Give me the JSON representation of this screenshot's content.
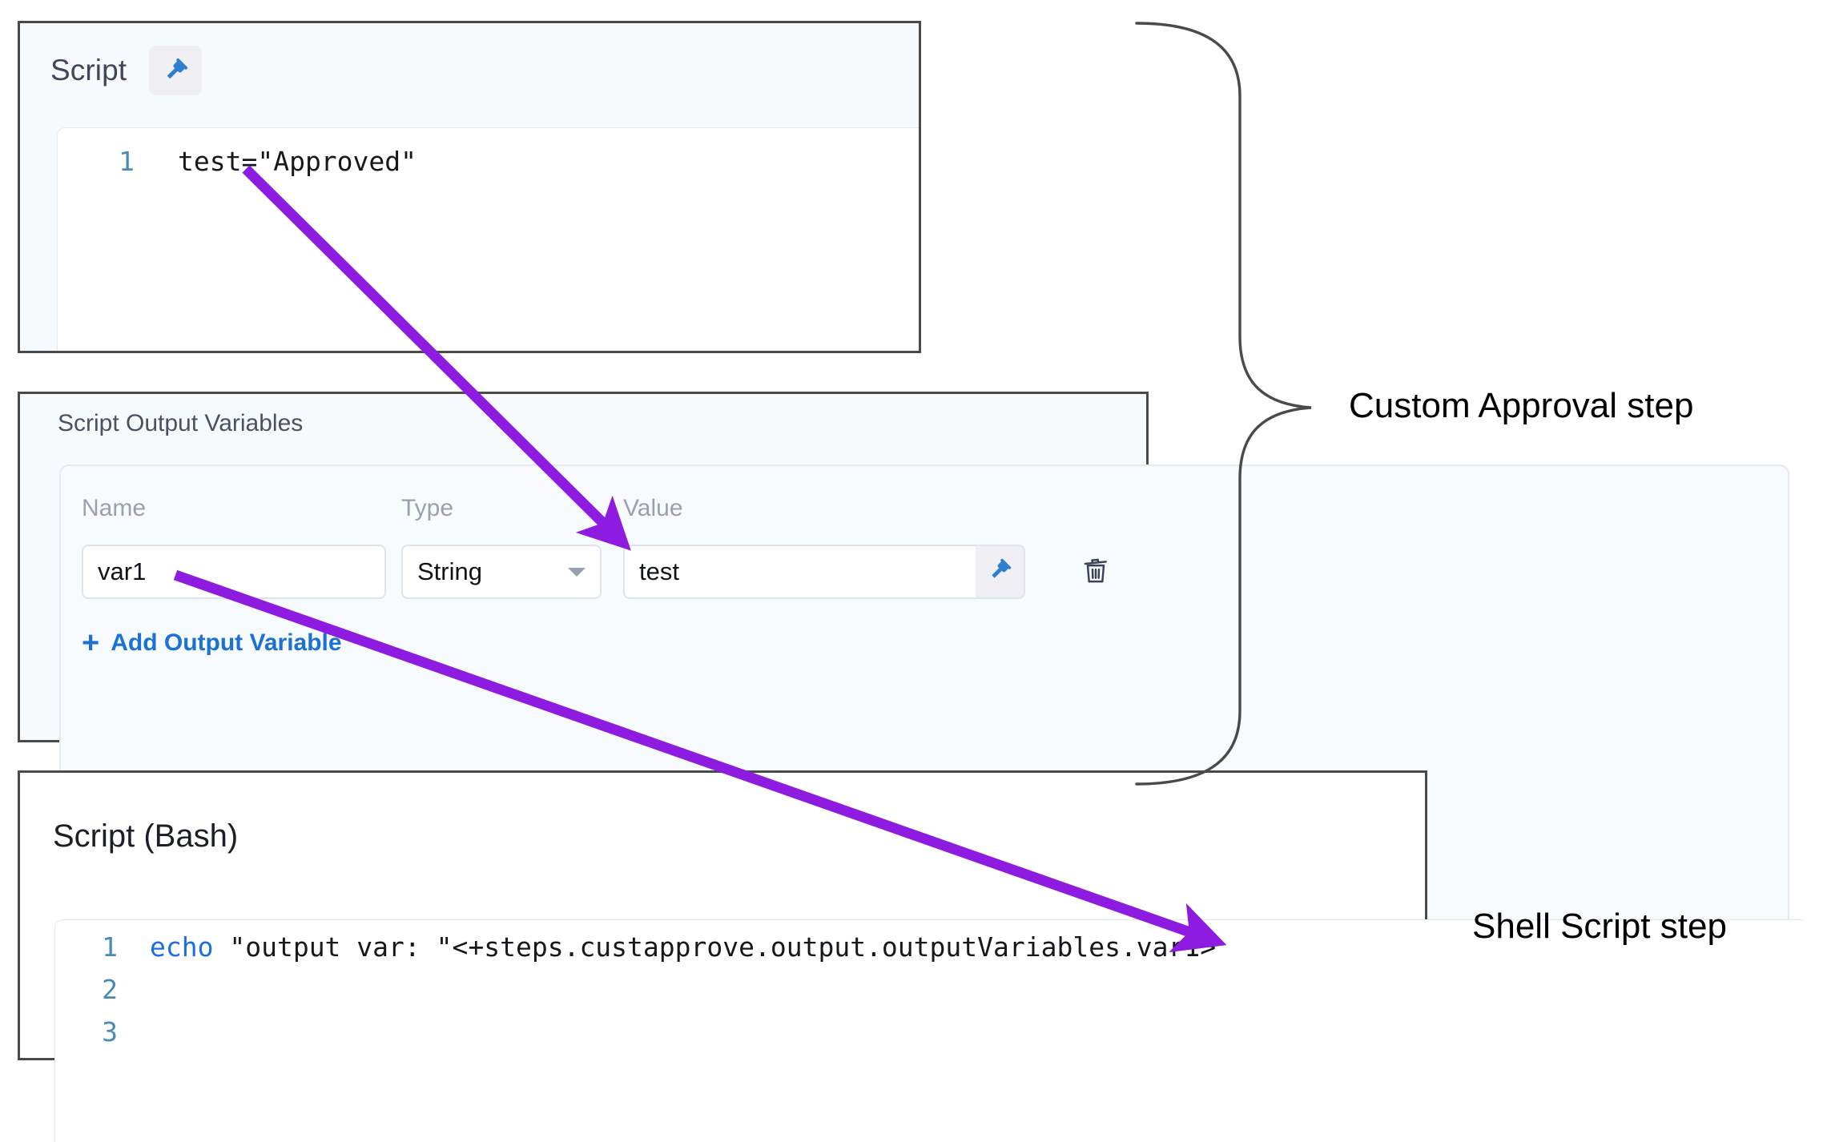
{
  "colors": {
    "arrow": "#8e1ce0",
    "link": "#1b72d4",
    "panel_border": "#4a4a4a",
    "panel_tint": "#f6fafd",
    "pin_blue": "#2f7fd1",
    "line_number": "#4a8bb5",
    "keyword_blue": "#1b6ee0"
  },
  "script_panel": {
    "title": "Script",
    "pin_icon": "pushpin-icon",
    "code": {
      "line_numbers": [
        "1"
      ],
      "lines": [
        "test=\"Approved\""
      ]
    }
  },
  "output_variables_panel": {
    "title": "Script Output Variables",
    "columns": [
      "Name",
      "Type",
      "Value"
    ],
    "rows": [
      {
        "name": "var1",
        "type": "String",
        "value": "test",
        "pin_icon": "pushpin-icon",
        "delete_icon": "trash-icon",
        "chevron_icon": "chevron-down-icon"
      }
    ],
    "add_button": {
      "plus": "+",
      "label": "Add Output Variable"
    }
  },
  "bash_panel": {
    "title": "Script (Bash)",
    "code": {
      "line_numbers": [
        "1",
        "2",
        "3"
      ],
      "line1_keyword": "echo",
      "line1_rest": " \"output var: \"<+steps.custapprove.output.outputVariables.var1>"
    }
  },
  "annotations": {
    "brace_icon": "curly-brace-icon",
    "custom_approval_label": "Custom Approval step",
    "shell_script_label": "Shell Script step",
    "arrows": [
      {
        "name": "arrow-script-to-value",
        "from": "test=\"Approved\"",
        "to": "Value"
      },
      {
        "name": "arrow-var1-to-expression",
        "from": "var1",
        "to": "outputVariables.var1"
      }
    ]
  }
}
